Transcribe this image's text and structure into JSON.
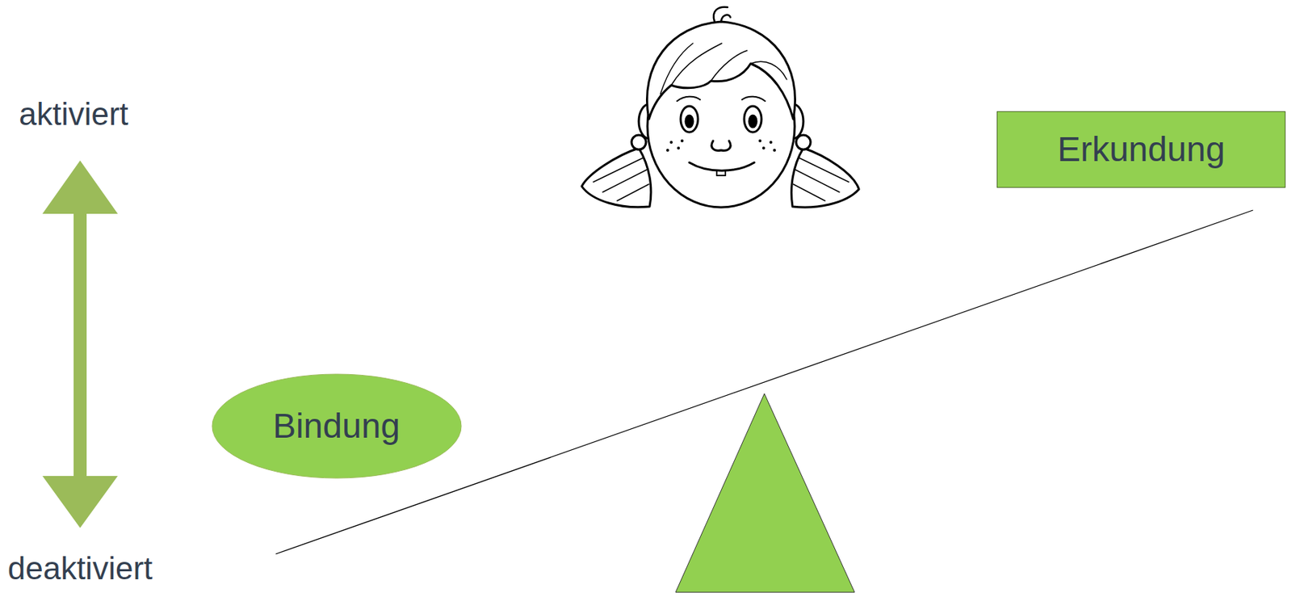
{
  "diagram": {
    "nodes": [
      {
        "text": [
          "Bindung"
        ]
      },
      {
        "text": [
          "Erkundung"
        ]
      }
    ],
    "labels": [
      "aktiviert",
      "deaktiviert"
    ]
  }
}
